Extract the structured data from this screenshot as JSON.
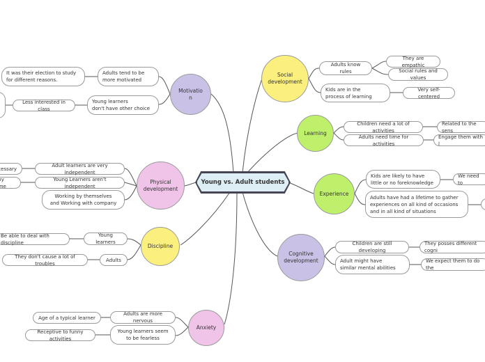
{
  "central": "Young vs. Adult students",
  "branches": {
    "social": {
      "label": "Social\ndevelopment",
      "adults_know_rules": "Adults know rules",
      "they_are_empathic": "They are empathic",
      "social_rules_and_values": "Social rules and values",
      "kids_in_process": "Kids are in the\nprocess of learning",
      "very_self_centered": "Very self-centered"
    },
    "learning": {
      "label": "Learning",
      "children_need_activities": "Children need a lot of activities",
      "related_to_senses": "Related to the sens",
      "adults_need_time": "Adults need time for activities",
      "engage_them": "Engage them with l"
    },
    "experience": {
      "label": "Experience",
      "kids_little_knowledge": "Kids are likely to have\nlittle or no foreknowledge",
      "we_need_to": "We need to",
      "adults_lifetime": "Adults have had a lifetime to gather\nexperiences on all kind of occasions\nand in all kind of situations"
    },
    "cognitive": {
      "label": "Cognitive\ndevelopment",
      "children_developing": "Children are still developing",
      "they_posses_cognitive": "They posses different cogni",
      "adult_similar_abilities": "Adult might have\nsimilar mental abilities",
      "we_expect_them": "We expect them to do the"
    },
    "anxiety": {
      "label": "Anxiety",
      "adults_more_nervous": "Adults are more nervous",
      "age_typical_learner": "Age of a typical learner",
      "young_fearless": "Young learners seem\nto be fearless",
      "receptive_funny": "Receptive to funny activities"
    },
    "discipline": {
      "label": "Discipline",
      "young_learners": "Young learners",
      "be_able_discipline": "Be able to deal with discipline",
      "adults": "Adults",
      "dont_cause_troubles": "They don't cause a lot of troubles"
    },
    "physical": {
      "label": "Physical\ndevelopment",
      "adult_independent": "Adult learners are very independent",
      "necessary": "ecessary",
      "young_not_independent": "Young Learners aren't independent",
      "any_time": "any time",
      "working_themselves": "Working by themselves\nand Working with company"
    },
    "motivation": {
      "label": "Motivatio\nn",
      "adults_more_motivated": "Adults tend to be\nmore motivated",
      "their_election": "It was their election to study\nfor different reasons.",
      "young_no_choice": "Young learners\ndon't have other choice",
      "less_interested": "Less interested in class"
    }
  },
  "colors": {
    "yellow": "#fbef7e",
    "purple": "#c9c2e6",
    "green": "#bff06b",
    "pink": "#f0c3e8",
    "central_fill": "#ddeff5",
    "line": "#555555"
  }
}
